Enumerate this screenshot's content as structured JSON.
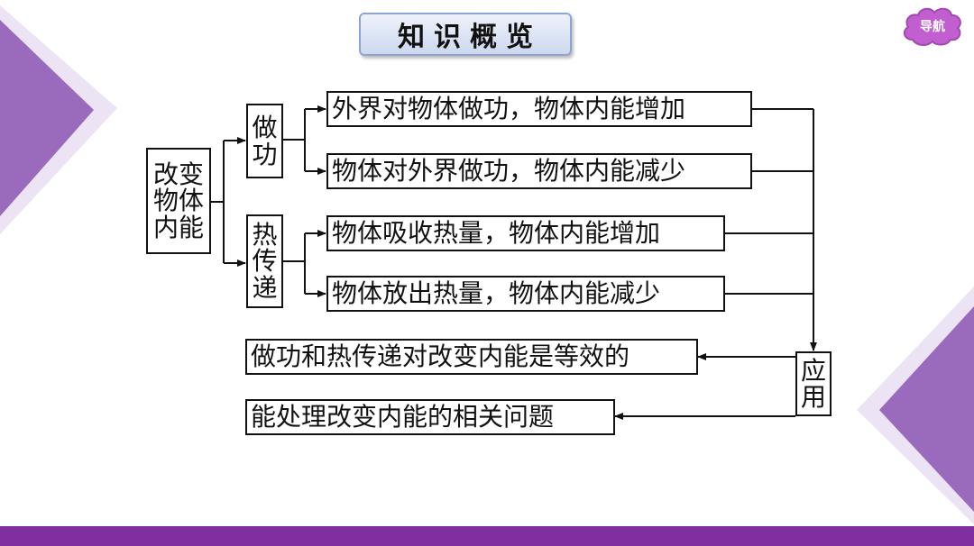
{
  "header": {
    "title": "知识概览"
  },
  "nav": {
    "label": "导航",
    "icon": "cloud-icon"
  },
  "diagram": {
    "root": [
      "改变",
      "物体",
      "内能"
    ],
    "branch_work": [
      "做",
      "功"
    ],
    "branch_heat": [
      "热",
      "传",
      "递"
    ],
    "apply": [
      "应",
      "用"
    ],
    "work_1": "外界对物体做功，物体内能增加",
    "work_2": "物体对外界做功，物体内能减少",
    "heat_1": "物体吸收热量，物体内能增加",
    "heat_2": "物体放出热量，物体内能减少",
    "result_1": "做功和热传递对改变内能是等效的",
    "result_2": "能处理改变内能的相关问题"
  },
  "colors": {
    "accent": "#7f2f9f",
    "triangle": "#9a6bbd",
    "triangle_light": "#d9cce8",
    "nav_cloud": "#c25fd0"
  }
}
